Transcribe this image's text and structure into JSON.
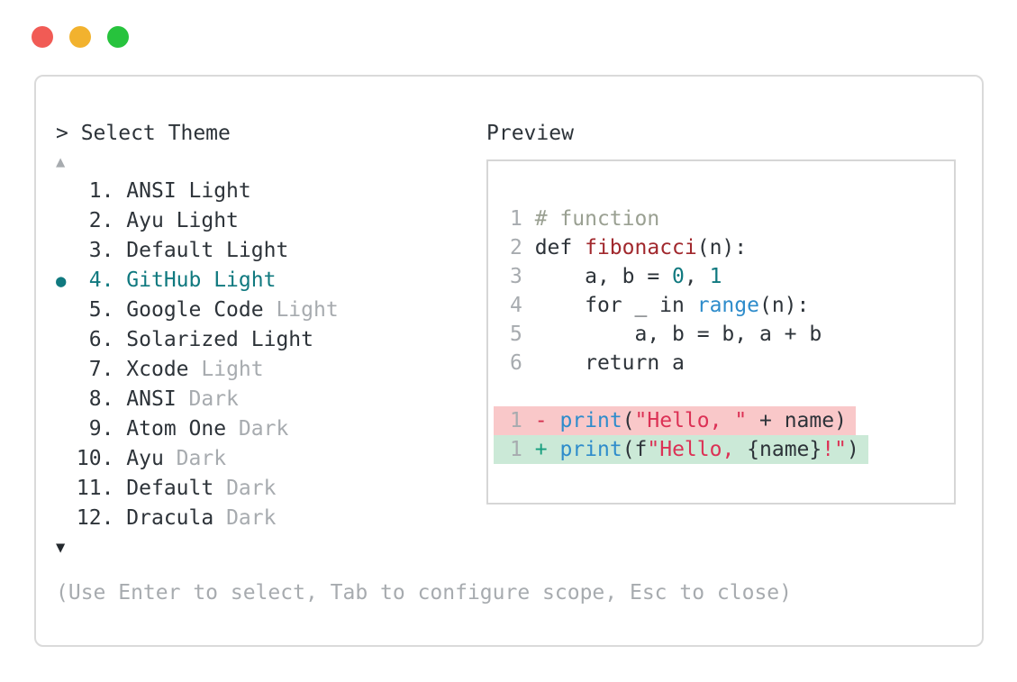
{
  "window_controls": {
    "close_color": "#f15b55",
    "minimize_color": "#f2b22e",
    "maximize_color": "#27c33d"
  },
  "colors": {
    "accent_teal": "#10797f",
    "text_dark": "#2d3339",
    "text_dim": "#a7abaf",
    "diff_removed_bg": "#f9c8c9",
    "diff_added_bg": "#cbe9d7",
    "syntax_function": "#a1282d",
    "syntax_builtin": "#2e8ccb",
    "syntax_string": "#dc3155",
    "syntax_number": "#10797f",
    "syntax_comment": "#9aa092"
  },
  "selector": {
    "prompt": "> Select Theme",
    "scroll_up": "▲",
    "scroll_down": "▼",
    "items": [
      {
        "number": " 1.",
        "label": "ANSI Light",
        "dim": "",
        "selected": false
      },
      {
        "number": " 2.",
        "label": "Ayu Light",
        "dim": "",
        "selected": false
      },
      {
        "number": " 3.",
        "label": "Default Light",
        "dim": "",
        "selected": false
      },
      {
        "number": " 4.",
        "label": "GitHub Light",
        "dim": "",
        "selected": true
      },
      {
        "number": " 5.",
        "label": "Google Code",
        "dim": " Light",
        "selected": false
      },
      {
        "number": " 6.",
        "label": "Solarized Light",
        "dim": "",
        "selected": false
      },
      {
        "number": " 7.",
        "label": "Xcode",
        "dim": " Light",
        "selected": false
      },
      {
        "number": " 8.",
        "label": "ANSI",
        "dim": " Dark",
        "selected": false
      },
      {
        "number": " 9.",
        "label": "Atom One",
        "dim": " Dark",
        "selected": false
      },
      {
        "number": "10.",
        "label": "Ayu",
        "dim": " Dark",
        "selected": false
      },
      {
        "number": "11.",
        "label": "Default",
        "dim": " Dark",
        "selected": false
      },
      {
        "number": "12.",
        "label": "Dracula",
        "dim": " Dark",
        "selected": false
      }
    ],
    "help": "(Use Enter to select, Tab to configure scope, Esc to close)"
  },
  "preview": {
    "label": "Preview",
    "lines": [
      {
        "hl": "",
        "tokens": [
          {
            "t": "ln",
            "s": "1"
          },
          {
            "t": "p",
            "s": " "
          },
          {
            "t": "c",
            "s": "# function"
          }
        ]
      },
      {
        "hl": "",
        "tokens": [
          {
            "t": "ln",
            "s": "2"
          },
          {
            "t": "p",
            "s": " def "
          },
          {
            "t": "f",
            "s": "fibonacci"
          },
          {
            "t": "p",
            "s": "(n):"
          }
        ]
      },
      {
        "hl": "",
        "tokens": [
          {
            "t": "ln",
            "s": "3"
          },
          {
            "t": "p",
            "s": "     a, b = "
          },
          {
            "t": "n",
            "s": "0"
          },
          {
            "t": "p",
            "s": ", "
          },
          {
            "t": "n",
            "s": "1"
          }
        ]
      },
      {
        "hl": "",
        "tokens": [
          {
            "t": "ln",
            "s": "4"
          },
          {
            "t": "p",
            "s": "     for _ in "
          },
          {
            "t": "b",
            "s": "range"
          },
          {
            "t": "p",
            "s": "(n):"
          }
        ]
      },
      {
        "hl": "",
        "tokens": [
          {
            "t": "ln",
            "s": "5"
          },
          {
            "t": "p",
            "s": "         a, b = b, a + b"
          }
        ]
      },
      {
        "hl": "",
        "tokens": [
          {
            "t": "ln",
            "s": "6"
          },
          {
            "t": "p",
            "s": "     return a"
          }
        ]
      },
      {
        "hl": "",
        "tokens": []
      },
      {
        "hl": "removed",
        "tokens": [
          {
            "t": "ln",
            "s": "1"
          },
          {
            "t": "p",
            "s": " "
          },
          {
            "t": "minus",
            "s": "-"
          },
          {
            "t": "p",
            "s": " "
          },
          {
            "t": "b",
            "s": "print"
          },
          {
            "t": "p",
            "s": "("
          },
          {
            "t": "s",
            "s": "\"Hello, \""
          },
          {
            "t": "p",
            "s": " + name)"
          }
        ]
      },
      {
        "hl": "added",
        "tokens": [
          {
            "t": "ln",
            "s": "1"
          },
          {
            "t": "p",
            "s": " "
          },
          {
            "t": "plus",
            "s": "+"
          },
          {
            "t": "p",
            "s": " "
          },
          {
            "t": "b",
            "s": "print"
          },
          {
            "t": "p",
            "s": "(f"
          },
          {
            "t": "s",
            "s": "\"Hello, "
          },
          {
            "t": "p",
            "s": "{name}"
          },
          {
            "t": "s",
            "s": "!\""
          },
          {
            "t": "p",
            "s": ")"
          }
        ]
      }
    ]
  }
}
